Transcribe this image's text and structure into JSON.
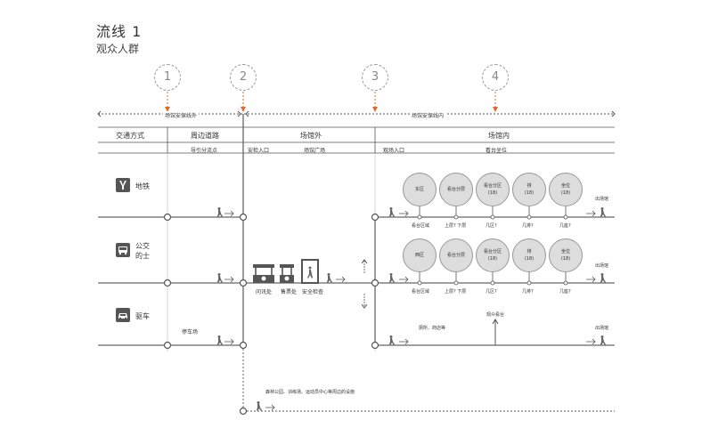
{
  "title": "流线 1",
  "subtitle": "观众人群",
  "steps": [
    "1",
    "2",
    "3",
    "4"
  ],
  "zones": {
    "left": "场馆安保线外",
    "right": "场馆安保线内"
  },
  "headers": {
    "transport": "交通方式",
    "surrounding": "周边道路",
    "outside": "场馆外",
    "inside": "场馆内"
  },
  "subheaders": {
    "guide": "导引分流点",
    "security_entrance": "安检入口",
    "plaza": "场馆广场",
    "venue_entrance": "观场入口",
    "stand": "看台坐位"
  },
  "modes": {
    "subway": "地铁",
    "bus_line1": "公交",
    "bus_line2": "的士",
    "car": "驱车"
  },
  "facilities": {
    "inquiry": "问讯处",
    "ticket": "售票处",
    "security": "安全检查"
  },
  "parking": "停车场",
  "bubbles_row1": [
    {
      "l1": "东区",
      "l2": ""
    },
    {
      "l1": "看台分层",
      "l2": ""
    },
    {
      "l1": "看台分区",
      "l2": "(18)"
    },
    {
      "l1": "排",
      "l2": "(18)"
    },
    {
      "l1": "坐位",
      "l2": "(18)"
    }
  ],
  "bubbles_row2": [
    {
      "l1": "西区",
      "l2": ""
    },
    {
      "l1": "看台分层",
      "l2": ""
    },
    {
      "l1": "看台分区",
      "l2": "(18)"
    },
    {
      "l1": "排",
      "l2": "(18)"
    },
    {
      "l1": "坐位",
      "l2": "(18)"
    }
  ],
  "chain_labels": [
    "看台区域",
    "上层? 下层",
    "几区?",
    "几排?",
    "几座?"
  ],
  "exit": "出场馆",
  "viewing_stand": "观众看台",
  "toilet": "厕所、商店等",
  "bottom_note": "森林公园、训练场、运动员中心等周边的设施"
}
